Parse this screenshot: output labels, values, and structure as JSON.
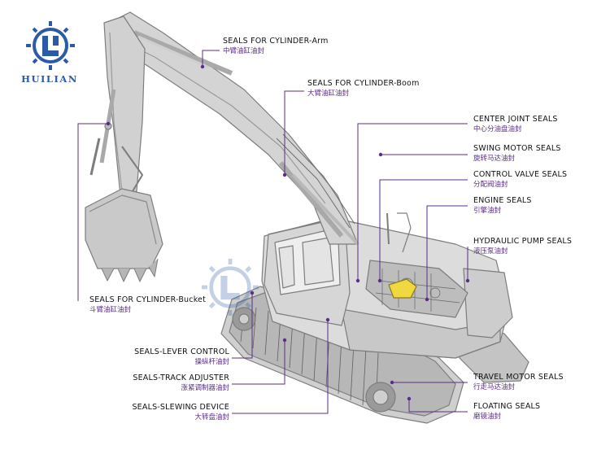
{
  "brand": {
    "name": "HUILIAN",
    "color": "#2b5aa8"
  },
  "colors": {
    "line": "#5b2d86",
    "machine": "#8f8f8f",
    "highlight": "#f0d840"
  },
  "callouts": [
    {
      "id": "arm",
      "en": "SEALS FOR CYLINDER-Arm",
      "cn": "中臂油缸油封"
    },
    {
      "id": "boom",
      "en": "SEALS FOR CYLINDER-Boom",
      "cn": "大臂油缸油封"
    },
    {
      "id": "center",
      "en": "CENTER JOINT SEALS",
      "cn": "中心分油盘油封"
    },
    {
      "id": "swing",
      "en": "SWING MOTOR SEALS",
      "cn": "旋转马达油封"
    },
    {
      "id": "control",
      "en": "CONTROL VALVE SEALS",
      "cn": "分配阀油封"
    },
    {
      "id": "engine",
      "en": "ENGINE SEALS",
      "cn": "引擎油封"
    },
    {
      "id": "pump",
      "en": "HYDRAULIC PUMP SEALS",
      "cn": "液压泵油封"
    },
    {
      "id": "bucket",
      "en": "SEALS FOR CYLINDER-Bucket",
      "cn": "斗臂油缸油封"
    },
    {
      "id": "lever",
      "en": "SEALS-LEVER CONTROL",
      "cn": "操纵杆油封"
    },
    {
      "id": "track",
      "en": "SEALS-TRACK ADJUSTER",
      "cn": "涨紧调制器油封"
    },
    {
      "id": "slewing",
      "en": "SEALS-SLEWING DEVICE",
      "cn": "大转盘油封"
    },
    {
      "id": "travel",
      "en": "TRAVEL MOTOR SEALS",
      "cn": "行走马达油封"
    },
    {
      "id": "floating",
      "en": "FLOATING SEALS",
      "cn": "磨镜油封"
    }
  ]
}
